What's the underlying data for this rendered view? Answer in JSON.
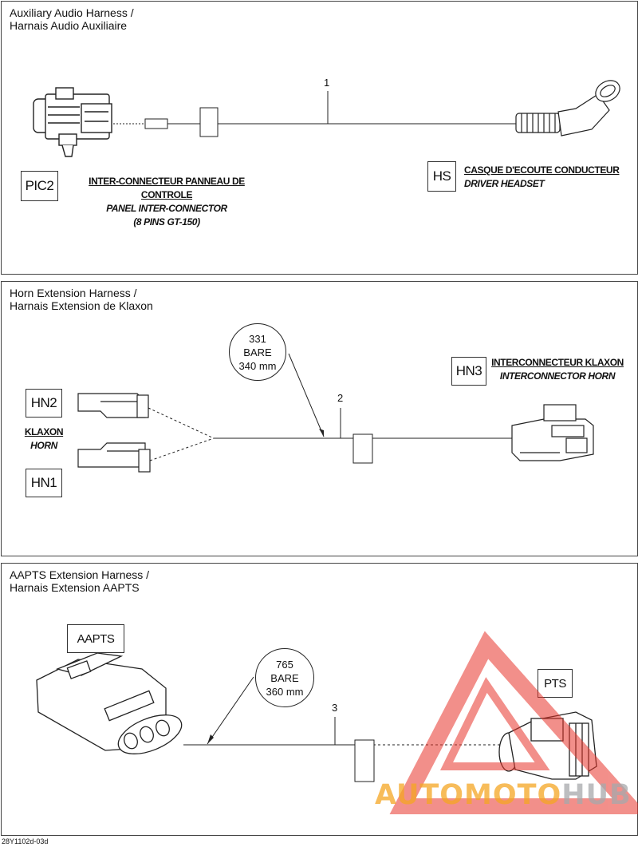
{
  "panels": [
    {
      "title_line1": "Auxiliary Audio Harness /",
      "title_line2": "Harnais Audio Auxiliaire",
      "wire_number": "1",
      "left_code": "PIC2",
      "left_desc_fr": "INTER-CONNECTEUR PANNEAU DE CONTROLE",
      "left_desc_en": "PANEL INTER-CONNECTOR",
      "left_desc_note": "(8 PINS GT-150)",
      "right_code": "HS",
      "right_desc_fr": "CASQUE D'ECOUTE CONDUCTEUR",
      "right_desc_en": "DRIVER HEADSET"
    },
    {
      "title_line1": "Horn Extension Harness /",
      "title_line2": "Harnais Extension de Klaxon",
      "wire_number": "2",
      "bubble_line1": "331",
      "bubble_line2": "BARE",
      "bubble_line3": "340 mm",
      "left_code_top": "HN2",
      "left_code_bottom": "HN1",
      "left_desc_fr": "KLAXON",
      "left_desc_en": "HORN",
      "right_code": "HN3",
      "right_desc_fr": "INTERCONNECTEUR KLAXON",
      "right_desc_en": "INTERCONNECTOR HORN"
    },
    {
      "title_line1": "AAPTS Extension Harness /",
      "title_line2": "Harnais Extension AAPTS",
      "wire_number": "3",
      "bubble_line1": "765",
      "bubble_line2": "BARE",
      "bubble_line3": "360 mm",
      "left_code": "AAPTS",
      "right_code": "PTS"
    }
  ],
  "footer_code": "28Y1102d-03d",
  "watermark": {
    "part1": "AUTOMOTO",
    "part2": "HUB",
    "color_red": "#e8352b",
    "color_orange": "#f5a623",
    "color_gray": "#a7a9ac"
  }
}
